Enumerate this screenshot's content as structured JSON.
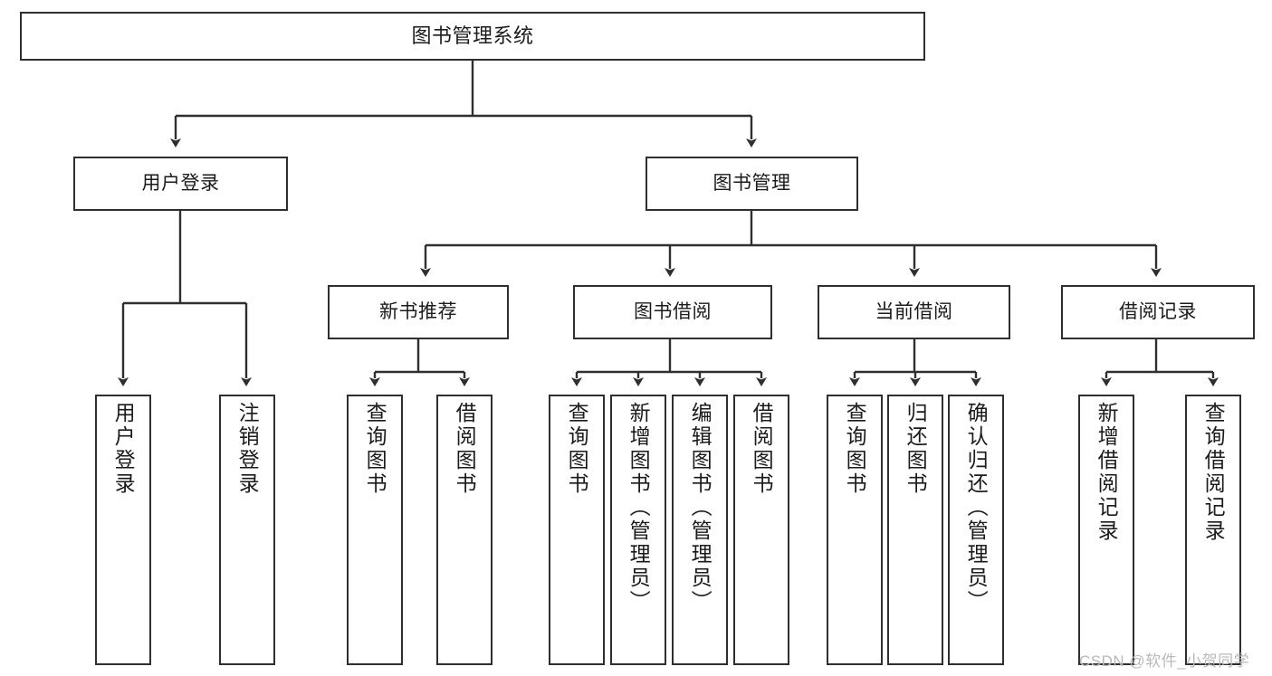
{
  "diagram": {
    "title": "图书管理系统",
    "type": "tree-hierarchy",
    "root": {
      "label": "图书管理系统"
    },
    "level1": [
      {
        "label": "用户登录"
      },
      {
        "label": "图书管理"
      }
    ],
    "level2": [
      {
        "label": "新书推荐"
      },
      {
        "label": "图书借阅"
      },
      {
        "label": "当前借阅"
      },
      {
        "label": "借阅记录"
      }
    ],
    "leaves": {
      "user_login": [
        {
          "label": "用户登录"
        },
        {
          "label": "注销登录"
        }
      ],
      "new_book_recommend": [
        {
          "label": "查询图书"
        },
        {
          "label": "借阅图书"
        }
      ],
      "book_borrow": [
        {
          "label": "查询图书"
        },
        {
          "label": "新增图书（管理员）"
        },
        {
          "label": "编辑图书（管理员）"
        },
        {
          "label": "借阅图书"
        }
      ],
      "current_borrow": [
        {
          "label": "查询图书"
        },
        {
          "label": "归还图书"
        },
        {
          "label": "确认归还（管理员）"
        }
      ],
      "borrow_record": [
        {
          "label": "新增借阅记录"
        },
        {
          "label": "查询借阅记录"
        }
      ]
    }
  },
  "watermark": {
    "text": "CSDN @软件_小贺同学"
  },
  "colors": {
    "border": "#2f2f2f",
    "text": "#1b1b1b",
    "background": "#ffffff",
    "watermark": "#b9b9b9"
  }
}
